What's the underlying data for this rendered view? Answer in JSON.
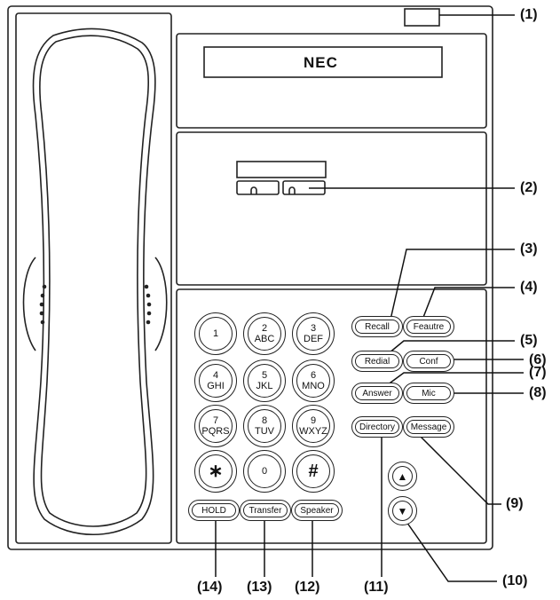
{
  "logo": "NEC",
  "callouts": [
    "(1)",
    "(2)",
    "(3)",
    "(4)",
    "(5)",
    "(6)",
    "(7)",
    "(8)",
    "(9)",
    "(10)",
    "(11)",
    "(12)",
    "(13)",
    "(14)"
  ],
  "dialpad": [
    {
      "num": "1",
      "letters": ""
    },
    {
      "num": "2",
      "letters": "ABC"
    },
    {
      "num": "3",
      "letters": "DEF"
    },
    {
      "num": "4",
      "letters": "GHI"
    },
    {
      "num": "5",
      "letters": "JKL"
    },
    {
      "num": "6",
      "letters": "MNO"
    },
    {
      "num": "7",
      "letters": "PQRS"
    },
    {
      "num": "8",
      "letters": "TUV"
    },
    {
      "num": "9",
      "letters": "WXYZ"
    },
    {
      "num": "∗",
      "letters": ""
    },
    {
      "num": "0",
      "letters": ""
    },
    {
      "num": "#",
      "letters": ""
    }
  ],
  "function_keys": {
    "recall": "Recall",
    "feature": "Feautre",
    "redial": "Redial",
    "conf": "Conf",
    "answer": "Answer",
    "mic": "Mic",
    "directory": "Directory",
    "message": "Message"
  },
  "bottom_keys": {
    "hold": "HOLD",
    "transfer": "Transfer",
    "speaker": "Speaker"
  },
  "nav_keys": {
    "up": "▲",
    "down": "▼"
  }
}
